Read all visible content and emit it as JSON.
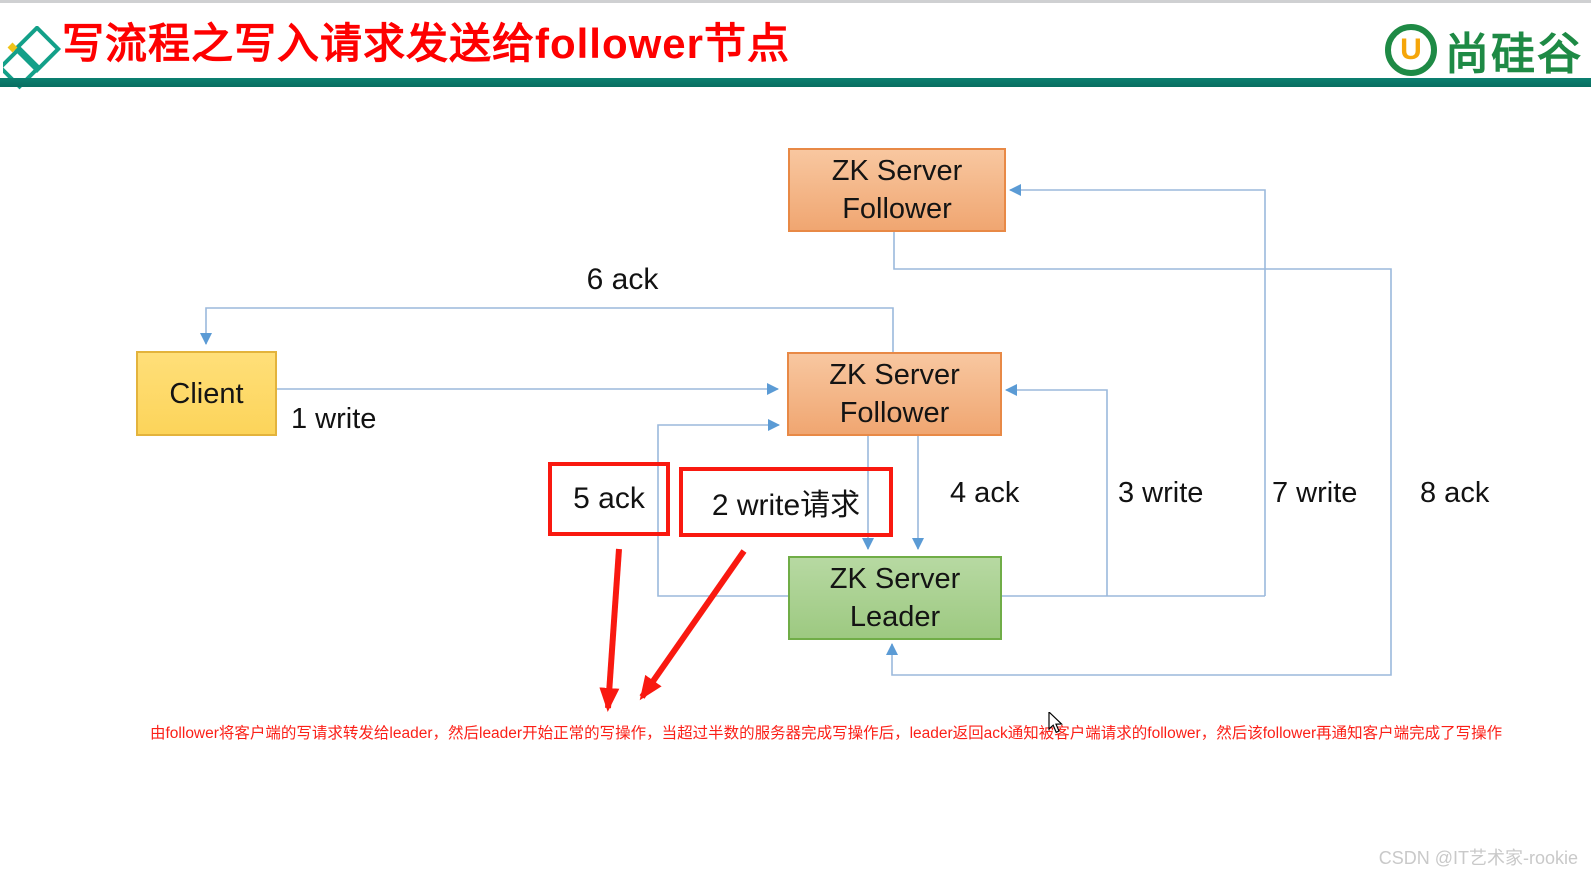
{
  "header": {
    "title": "写流程之写入请求发送给follower节点",
    "brand": "尚硅谷",
    "brand_initial": "U"
  },
  "nodes": {
    "follower_top": {
      "line1": "ZK Server",
      "line2": "Follower"
    },
    "client": {
      "label": "Client"
    },
    "follower_mid": {
      "line1": "ZK Server",
      "line2": "Follower"
    },
    "leader": {
      "line1": "ZK Server",
      "line2": "Leader"
    }
  },
  "flow_labels": {
    "write1": "1 write",
    "write2": "2 write请求",
    "write3": "3 write",
    "ack4": "4 ack",
    "ack5": "5 ack",
    "ack6": "6 ack",
    "write7": "7 write",
    "ack8": "8 ack"
  },
  "annotation": {
    "text": "由follower将客户端的写请求转发给leader，然后leader开始正常的写操作，当超过半数的服务器完成写操作后，leader返回ack通知被客户端请求的follower，然后该follower再通知客户端完成了写操作"
  },
  "watermark": {
    "text": "CSDN @IT艺术家-rookie"
  },
  "colors": {
    "title_red": "#fe0000",
    "teal": "#0c8071",
    "brand_green": "#1e8a45",
    "brand_orange": "#f5a60a",
    "orange_border": "#e88946",
    "gold_border": "#e3b33c",
    "green_border": "#70ad47",
    "connector_blue": "#9bb9dc",
    "arrowhead_blue": "#5b9bd5",
    "highlight_red": "#f91910",
    "note_red": "#fb2018"
  }
}
